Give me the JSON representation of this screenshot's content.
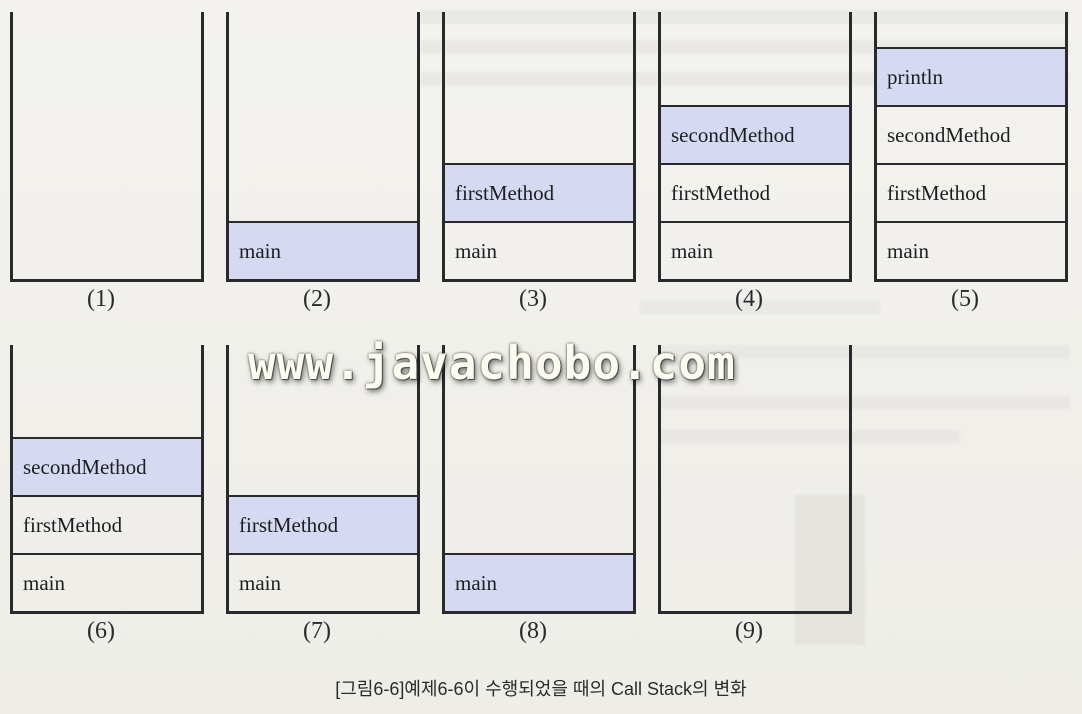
{
  "watermark": "www.javachobo.com",
  "figure_caption": "[그림6-6]예제6-6이 수행되었을 때의 Call Stack의 변화",
  "colors": {
    "active_frame": "#d5daf2",
    "line": "#2a2a2e",
    "background": "#f1f0ec"
  },
  "stacks": [
    {
      "label": "(1)",
      "frames": []
    },
    {
      "label": "(2)",
      "frames": [
        "main"
      ],
      "active": 0
    },
    {
      "label": "(3)",
      "frames": [
        "main",
        "firstMethod"
      ],
      "active": 1
    },
    {
      "label": "(4)",
      "frames": [
        "main",
        "firstMethod",
        "secondMethod"
      ],
      "active": 2
    },
    {
      "label": "(5)",
      "frames": [
        "main",
        "firstMethod",
        "secondMethod",
        "println"
      ],
      "active": 3
    },
    {
      "label": "(6)",
      "frames": [
        "main",
        "firstMethod",
        "secondMethod"
      ],
      "active": 2
    },
    {
      "label": "(7)",
      "frames": [
        "main",
        "firstMethod"
      ],
      "active": 1
    },
    {
      "label": "(8)",
      "frames": [
        "main"
      ],
      "active": 0
    },
    {
      "label": "(9)",
      "frames": []
    }
  ]
}
